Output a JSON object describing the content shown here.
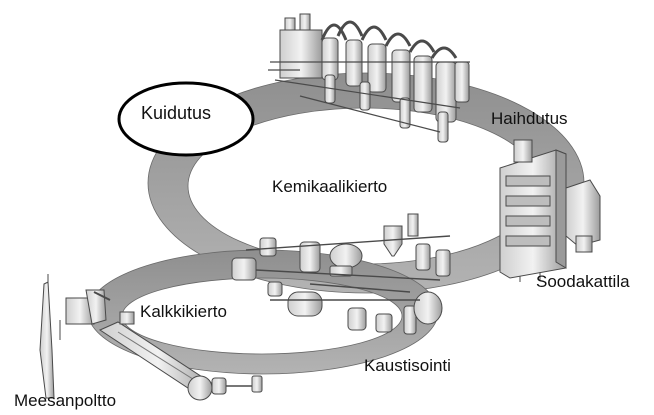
{
  "labels": {
    "kuidutus": "Kuidutus",
    "haihdutus": "Haihdutus",
    "kemikaalikierto": "Kemikaalikierto",
    "soodakattila": "Soodakattila",
    "kalkkikierto": "Kalkkikierto",
    "kaustisointi": "Kaustisointi",
    "meesanpoltto": "Meesanpoltto"
  },
  "icons": {
    "evaporator": "evaporation-plant-icon",
    "boiler": "recovery-boiler-icon",
    "causticizing": "causticizing-plant-icon",
    "kiln": "lime-kiln-icon"
  },
  "colors": {
    "ring": "#9a9a9a",
    "equipment_fill": "#e6e6e6",
    "equipment_stroke": "#4a4a4a",
    "background": "#ffffff"
  }
}
